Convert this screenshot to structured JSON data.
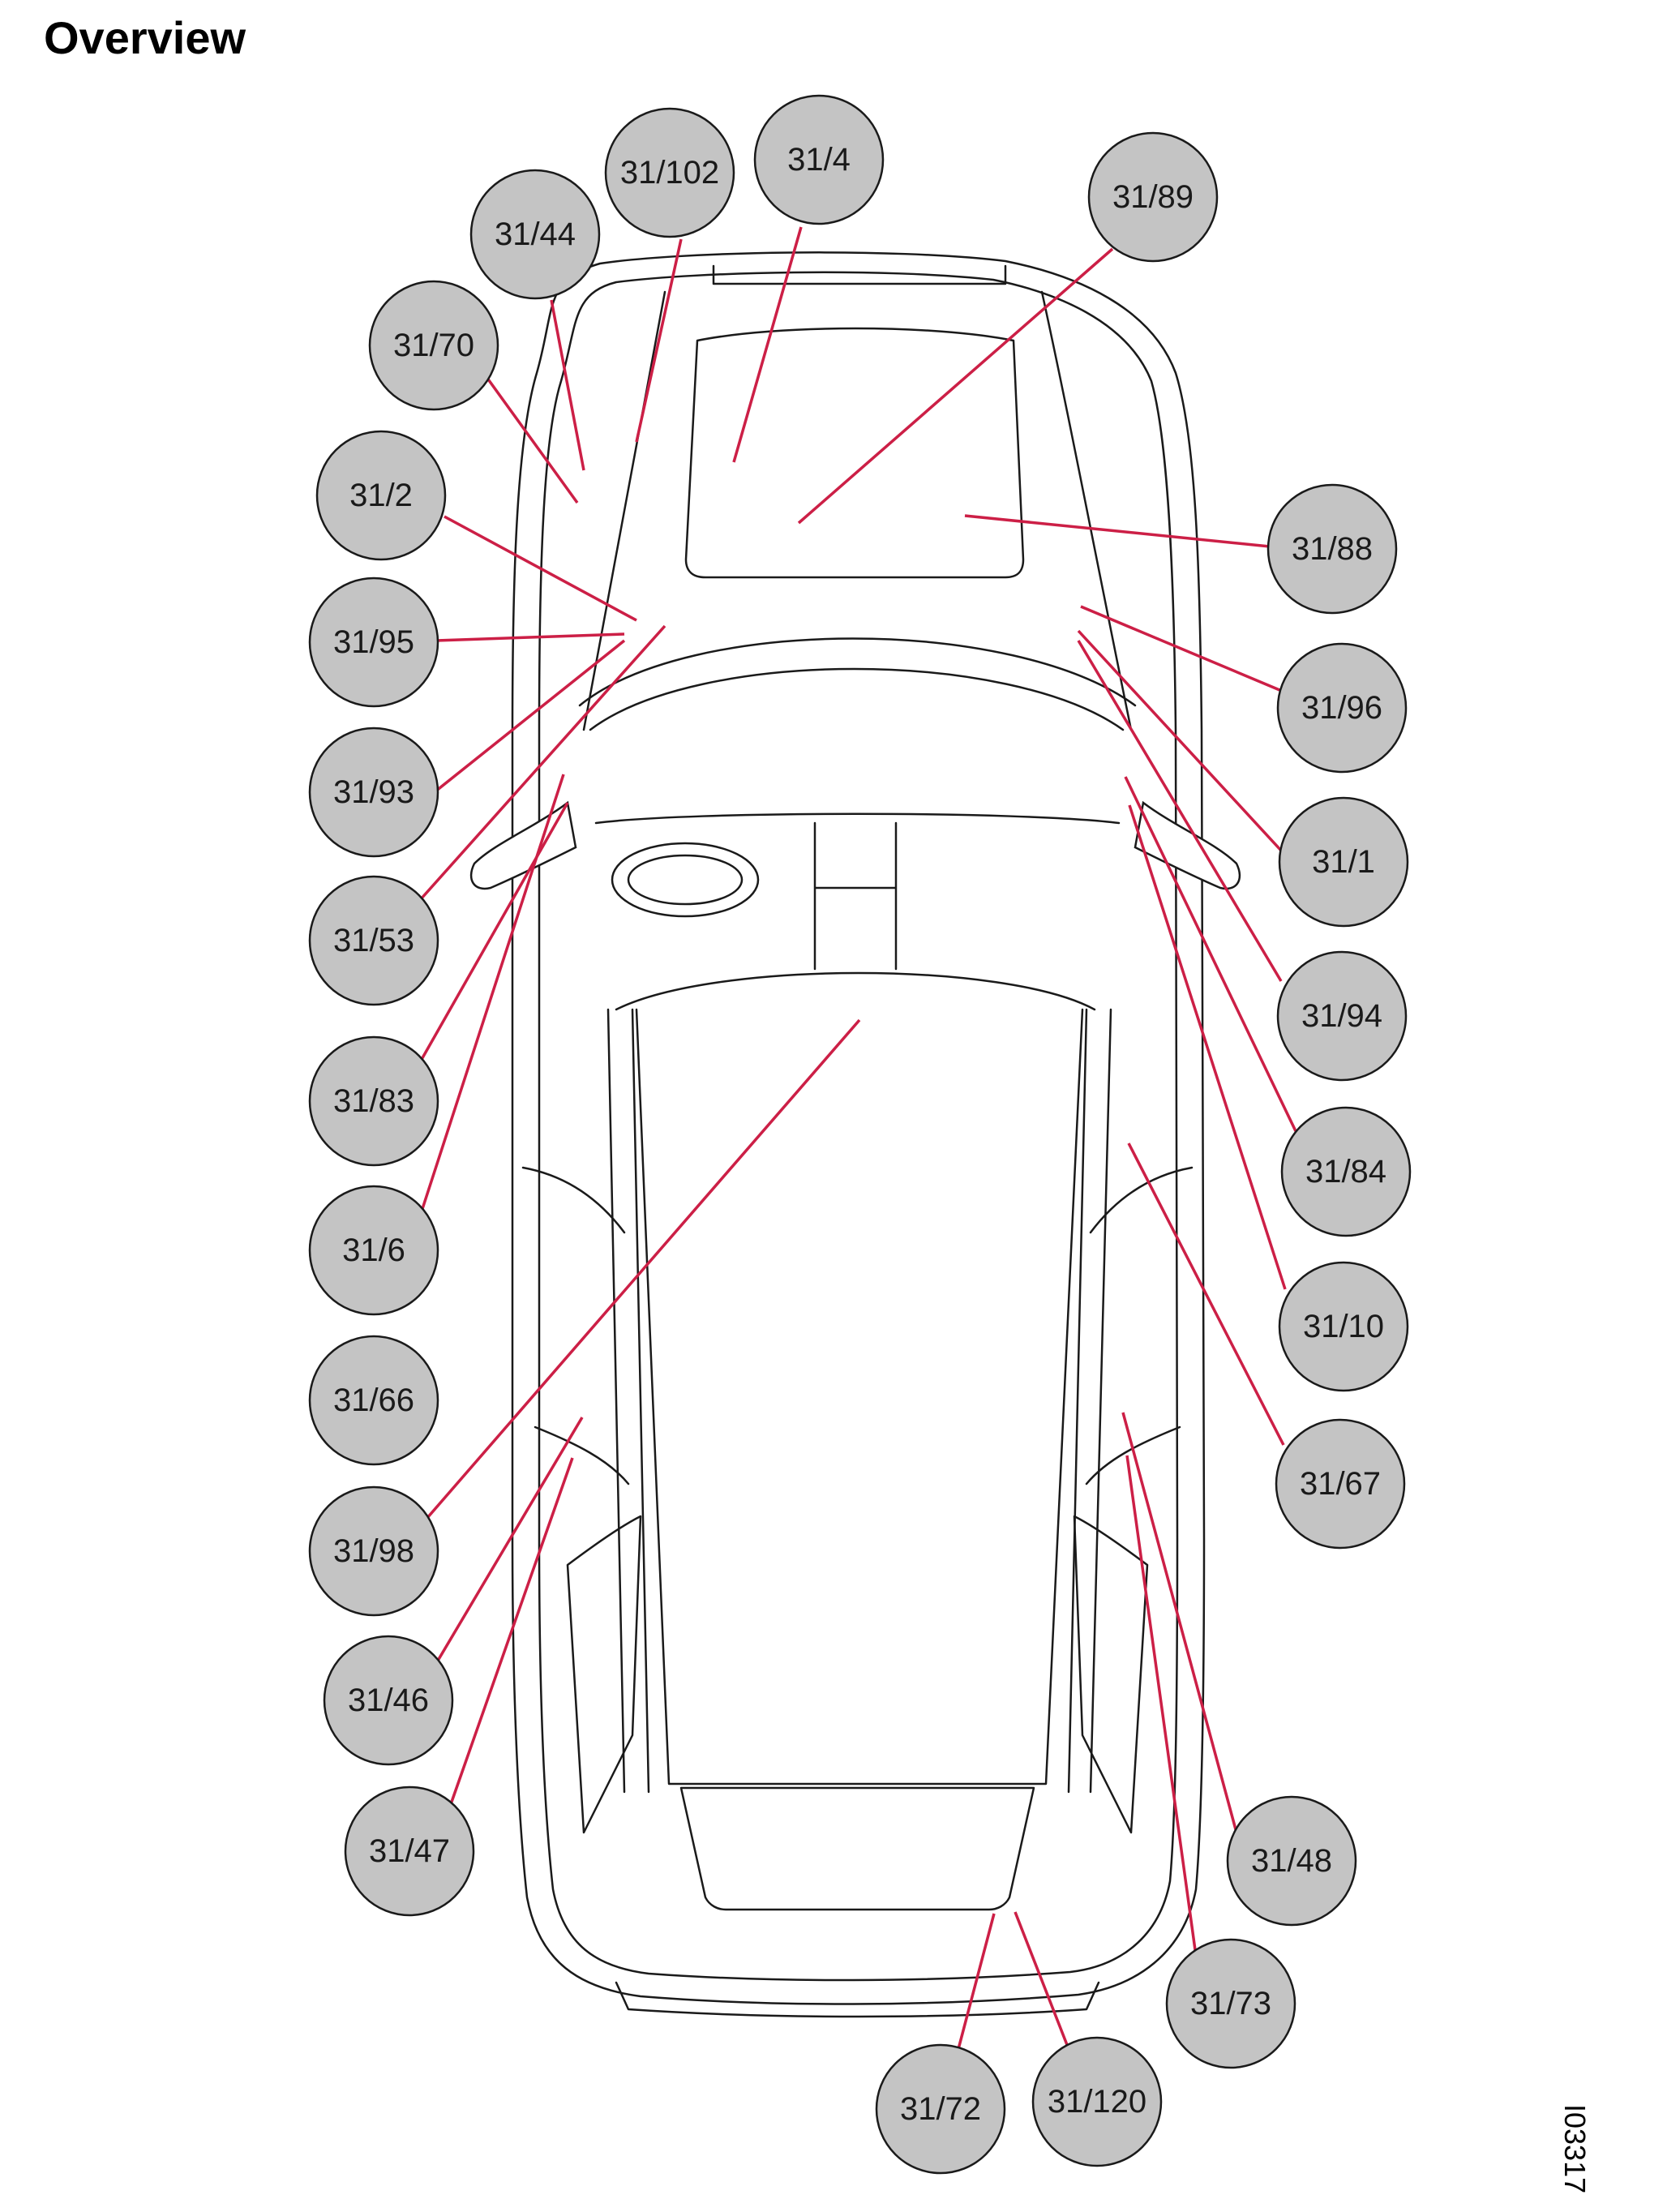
{
  "title": "Overview",
  "document_code": "I03317",
  "colors": {
    "leader": "#cc1f46",
    "callout_fill": "#c4c4c4",
    "outline": "#1a1a1a"
  },
  "callouts": [
    "31/102",
    "31/4",
    "31/44",
    "31/89",
    "31/70",
    "31/2",
    "31/88",
    "31/95",
    "31/96",
    "31/93",
    "31/1",
    "31/53",
    "31/94",
    "31/83",
    "31/84",
    "31/6",
    "31/10",
    "31/66",
    "31/67",
    "31/98",
    "31/46",
    "31/47",
    "31/48",
    "31/73",
    "31/72",
    "31/120"
  ]
}
